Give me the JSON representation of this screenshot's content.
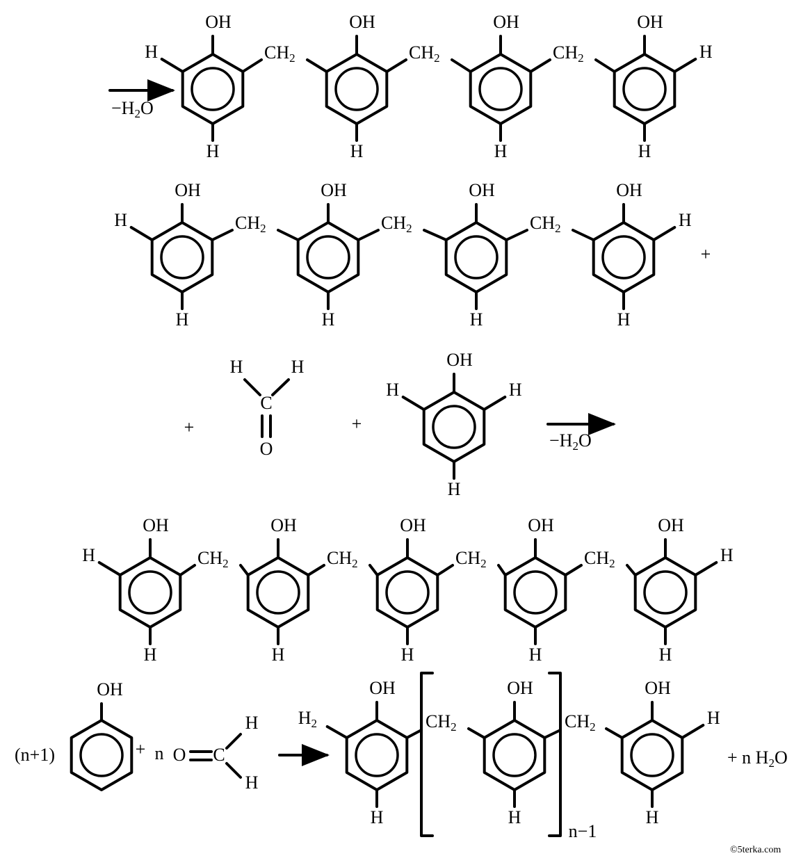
{
  "labels": {
    "hydroxyl": "OH",
    "hydrogen": "H",
    "methylene_main": "CH",
    "methylene_sub": "2",
    "h2_main": "H",
    "h2_sub": "2",
    "carbon": "C",
    "oxygen": "O",
    "plus": "+",
    "water_minus": "−H",
    "water_sub": "2",
    "water_o": "O",
    "n_plus_one": "(n+1)",
    "n": "n",
    "repeat_index": "n−1",
    "product_water_prefix": "+ n H",
    "product_water_sub": "2",
    "product_water_o": "O"
  },
  "watermark": "©5terka.com"
}
